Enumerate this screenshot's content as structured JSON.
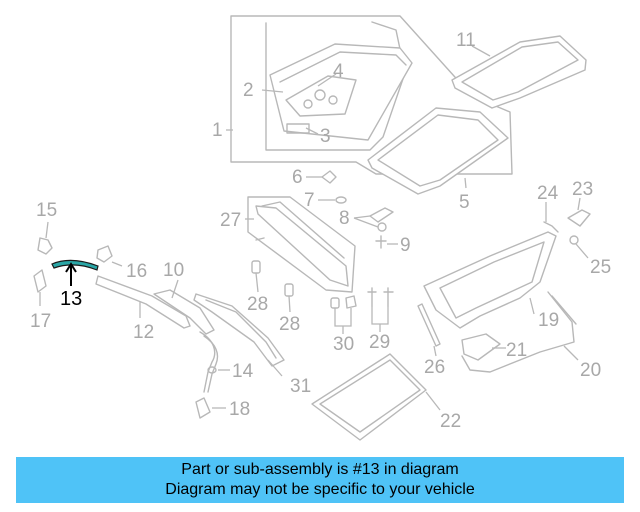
{
  "diagram": {
    "highlight_color": "#2aa6a6",
    "part_color": "#b8b8b8",
    "callouts": {
      "c1": "1",
      "c2": "2",
      "c3": "3",
      "c4": "4",
      "c5": "5",
      "c6": "6",
      "c7": "7",
      "c8": "8",
      "c9": "9",
      "c10": "10",
      "c11": "11",
      "c12": "12",
      "c13": "13",
      "c14": "14",
      "c15": "15",
      "c16": "16",
      "c17": "17",
      "c18": "18",
      "c19": "19",
      "c20": "20",
      "c21": "21",
      "c22": "22",
      "c23": "23",
      "c24": "24",
      "c25": "25",
      "c26": "26",
      "c27": "27",
      "c28a": "28",
      "c28b": "28",
      "c29": "29",
      "c30": "30",
      "c31": "31"
    },
    "highlighted_part": "13"
  },
  "banner": {
    "background": "#4fc3f7",
    "line1": "Part or sub-assembly is #13 in diagram",
    "line2": "Diagram may not be specific to your vehicle"
  }
}
